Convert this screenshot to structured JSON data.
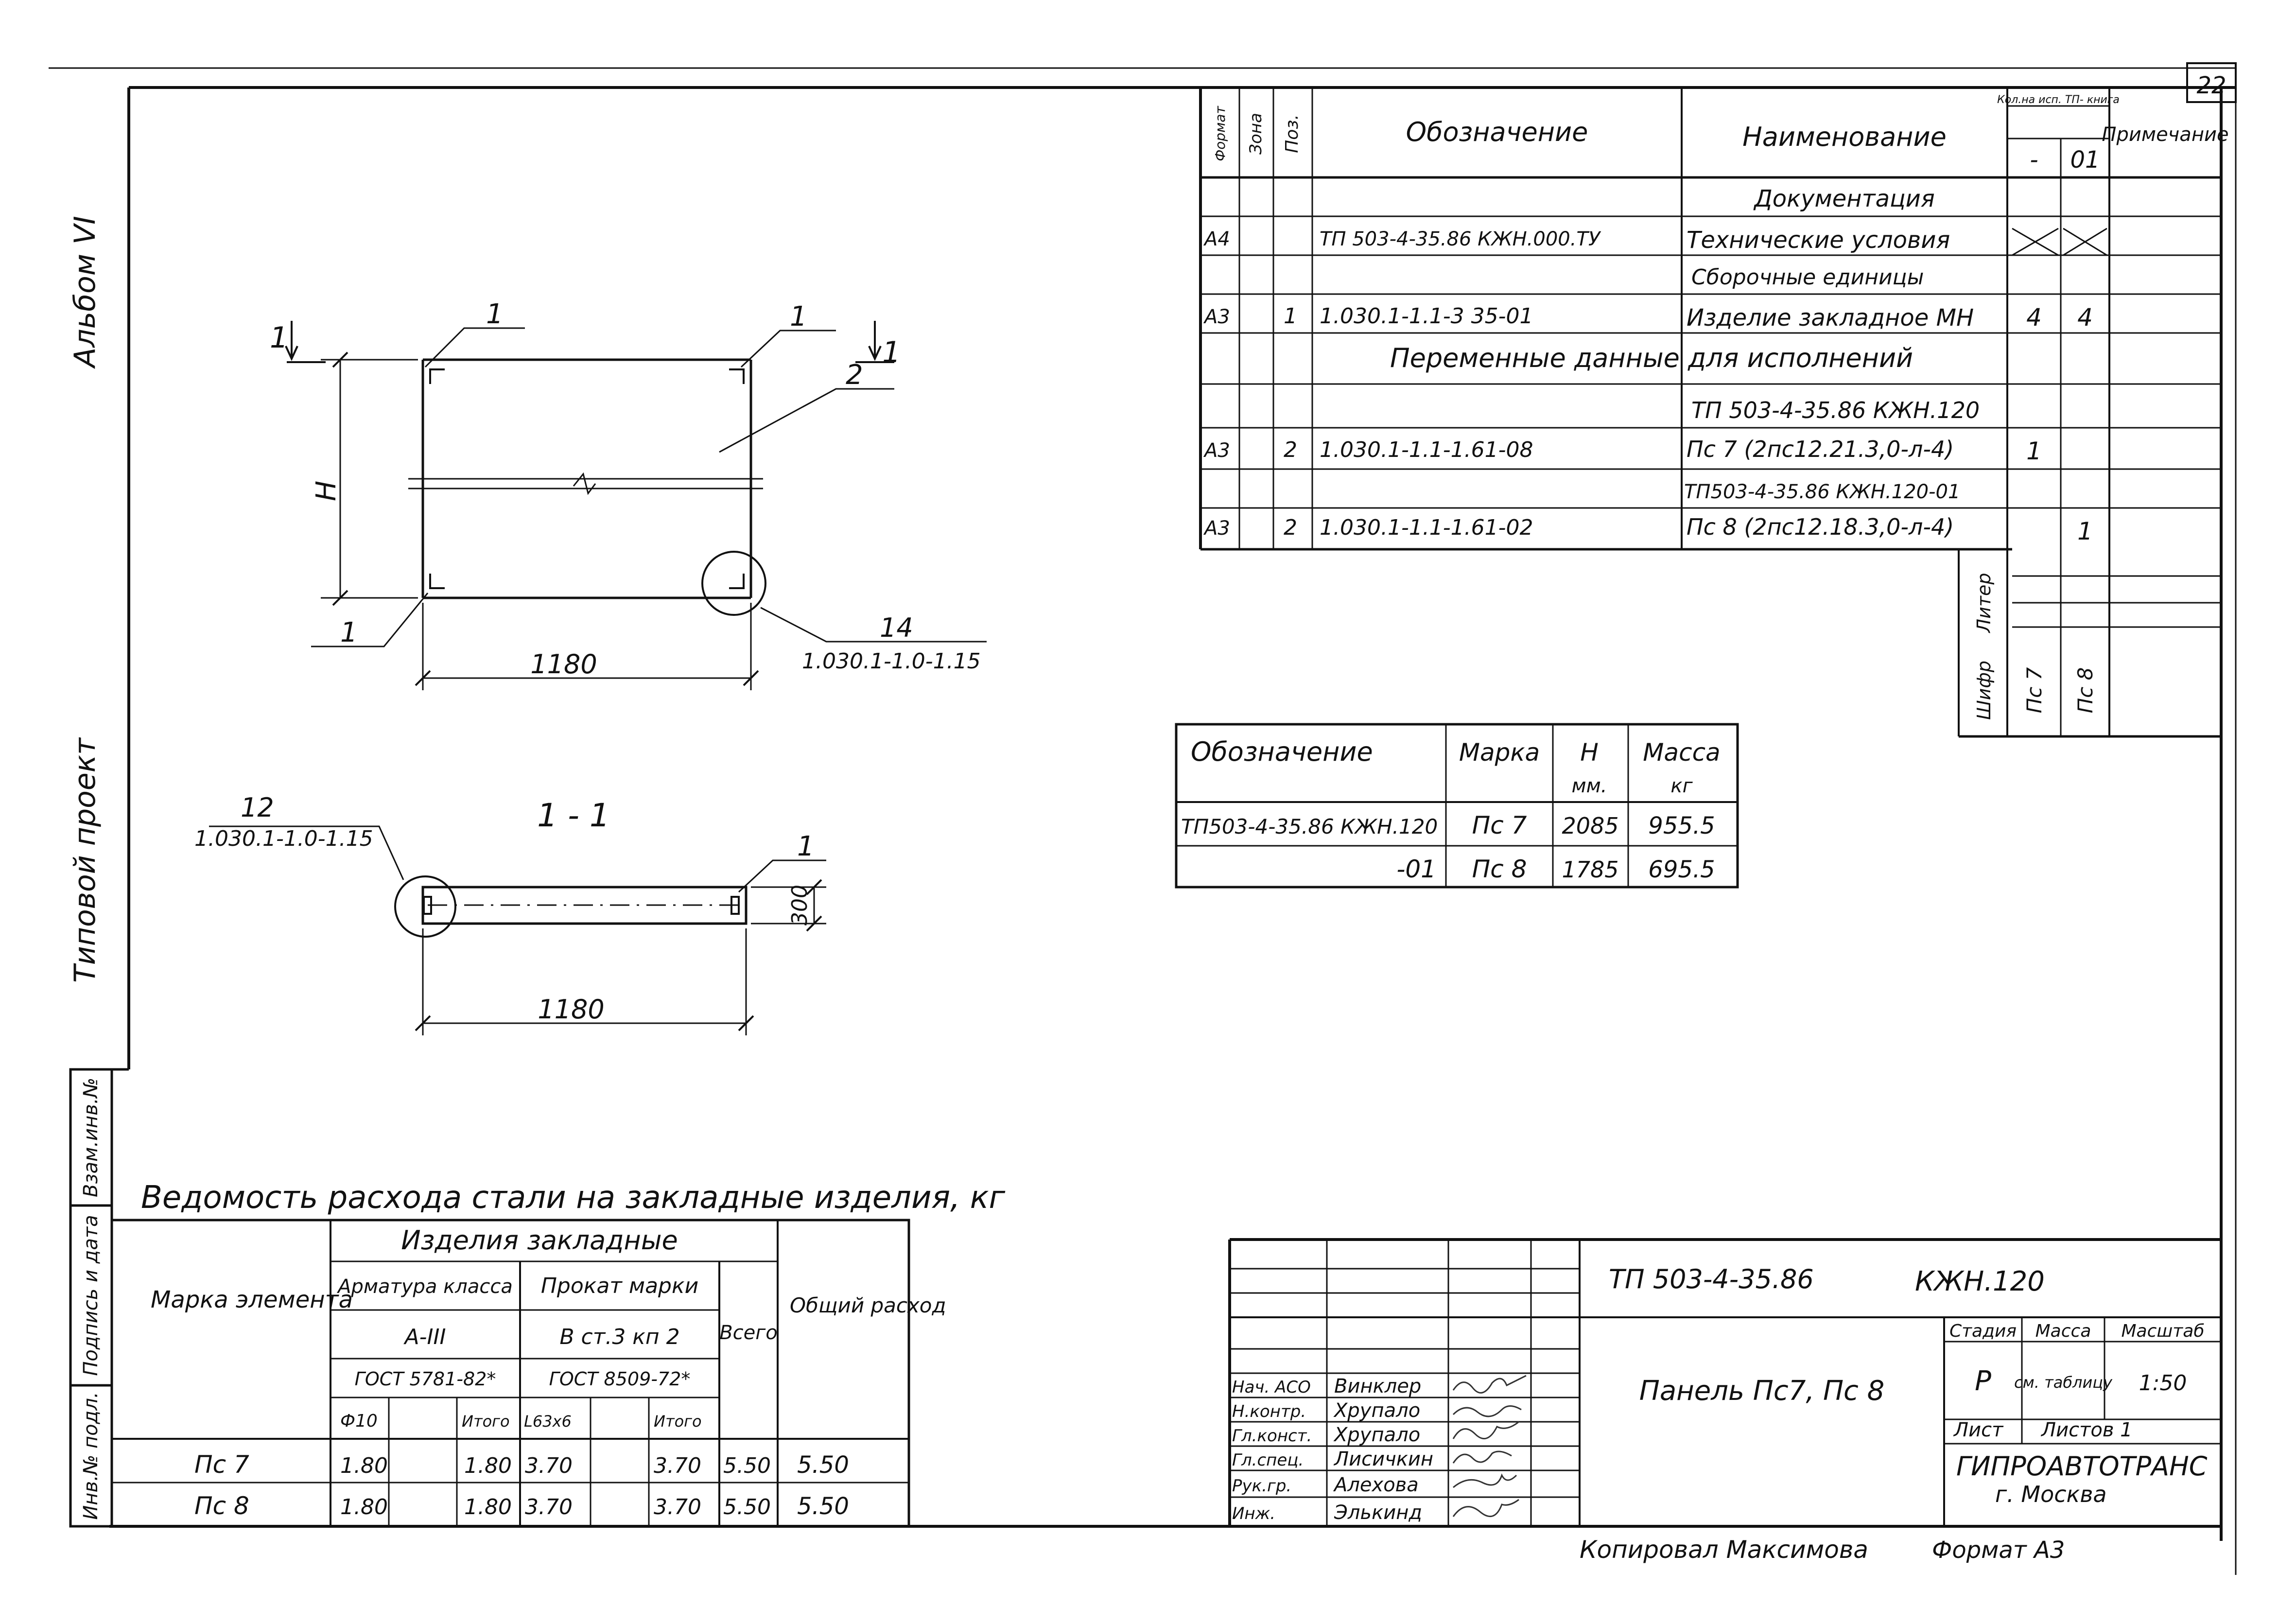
{
  "sheet_number": "22",
  "margin": {
    "album": "Альбом VI",
    "project": "Типовой проект",
    "stamp_cells": [
      "Инв.№ подл.",
      "Подпись и дата",
      "Взам.инв.№"
    ]
  },
  "plan_view": {
    "pos_labels": [
      "1",
      "1",
      "1"
    ],
    "pos2": "2",
    "section_mark_left": "1",
    "section_mark_right": "1",
    "height_label": "Н",
    "width": "1180",
    "detail_num": "14",
    "detail_ref": "1.030.1-1.0-1.15"
  },
  "section_view": {
    "title": "1 - 1",
    "detail_num": "12",
    "detail_ref": "1.030.1-1.0-1.15",
    "pos1": "1",
    "thickness": "300",
    "width": "1180"
  },
  "spec_table": {
    "headers": {
      "format": "Формат",
      "zone": "Зона",
      "pos": "Поз.",
      "designation": "Обозначение",
      "name": "Наименование",
      "qty": "Кол.на исп. ТП- книга",
      "qty_a": "-",
      "qty_b": "01",
      "note": "Примечание"
    },
    "rows": [
      {
        "format": "",
        "pos": "",
        "designation": "",
        "name": "Документация",
        "q1": "",
        "q2": ""
      },
      {
        "format": "А4",
        "pos": "",
        "designation": "ТП 503-4-35.86 КЖН.000.ТУ",
        "name": "Технические условия",
        "q1": "",
        "q2": ""
      },
      {
        "format": "",
        "pos": "",
        "designation": "",
        "name": "Сборочные единицы",
        "q1": "",
        "q2": ""
      },
      {
        "format": "А3",
        "pos": "1",
        "designation": "1.030.1-1.1-3 35-01",
        "name": "Изделие закладное МН",
        "q1": "4",
        "q2": "4"
      },
      {
        "format": "",
        "pos": "",
        "designation": "Переменные данные для исполнений",
        "name": "",
        "q1": "",
        "q2": ""
      },
      {
        "format": "",
        "pos": "",
        "designation": "",
        "name": "ТП 503-4-35.86 КЖН.120",
        "q1": "",
        "q2": ""
      },
      {
        "format": "А3",
        "pos": "2",
        "designation": "1.030.1-1.1-1.61-08",
        "name": "Пс 7 (2пс12.21.3,0-л-4)",
        "q1": "1",
        "q2": ""
      },
      {
        "format": "",
        "pos": "",
        "designation": "",
        "name": "ТП503-4-35.86 КЖН.120-01",
        "q1": "",
        "q2": ""
      },
      {
        "format": "А3",
        "pos": "2",
        "designation": "1.030.1-1.1-1.61-02",
        "name": "Пс 8 (2пс12.18.3,0-л-4)",
        "q1": "",
        "q2": "1"
      }
    ],
    "side": {
      "liter": "Литер",
      "cipher": "Шифр",
      "pc7": "Пс 7",
      "pc8": "Пс 8"
    }
  },
  "mass_table": {
    "headers": {
      "designation": "Обозначение",
      "mark": "Марка",
      "h": "Н",
      "h_unit": "мм.",
      "mass": "Масса",
      "mass_unit": "кг"
    },
    "rows": [
      {
        "designation": "ТП503-4-35.86 КЖН.120",
        "mark": "Пс 7",
        "h": "2085",
        "mass": "955.5"
      },
      {
        "designation": "-01",
        "mark": "Пс 8",
        "h": "1785",
        "mass": "695.5"
      }
    ]
  },
  "steel_table": {
    "title": "Ведомость расхода стали на закладные изделия, кг",
    "headers": {
      "mark": "Марка элемента",
      "items": "Изделия закладные",
      "rebar": "Арматура класса",
      "rebar_class": "А-III",
      "rebar_std": "ГОСТ 5781-82*",
      "profile": "Прокат марки",
      "profile_grade": "В ст.3 кп 2",
      "profile_std": "ГОСТ 8509-72*",
      "d10": "Ф10",
      "total_sub": "Итого",
      "angle": "L63х6",
      "total_sub2": "Итого",
      "all": "Всего",
      "general": "Общий расход"
    },
    "rows": [
      {
        "mark": "Пс 7",
        "d10": "1.80",
        "t1": "1.80",
        "angle": "3.70",
        "t2": "3.70",
        "all": "5.50",
        "general": "5.50"
      },
      {
        "mark": "Пс 8",
        "d10": "1.80",
        "t1": "1.80",
        "angle": "3.70",
        "t2": "3.70",
        "all": "5.50",
        "general": "5.50"
      }
    ]
  },
  "title_block": {
    "code": "ТП 503-4-35.86",
    "code2": "КЖН.120",
    "title": "Панель Пс7, Пс 8",
    "stage_h": "Стадия",
    "mass_h": "Масса",
    "scale_h": "Масштаб",
    "stage": "Р",
    "mass": "см. таблицу",
    "scale": "1:50",
    "sheet": "Лист",
    "sheets": "Листов 1",
    "org": "ГИПРОАВТОТРАНС",
    "city": "г. Москва",
    "signers": [
      {
        "role": "Нач. АСО",
        "name": "Винклер"
      },
      {
        "role": "Н.контр.",
        "name": "Хрупало"
      },
      {
        "role": "Гл.конст.",
        "name": "Хрупало"
      },
      {
        "role": "Гл.спец.",
        "name": "Лисичкин"
      },
      {
        "role": "Рук.гр.",
        "name": "Алехова"
      },
      {
        "role": "Инж.",
        "name": "Элькинд"
      }
    ]
  },
  "footer": {
    "copied": "Копировал Максимова",
    "format": "Формат А3"
  }
}
